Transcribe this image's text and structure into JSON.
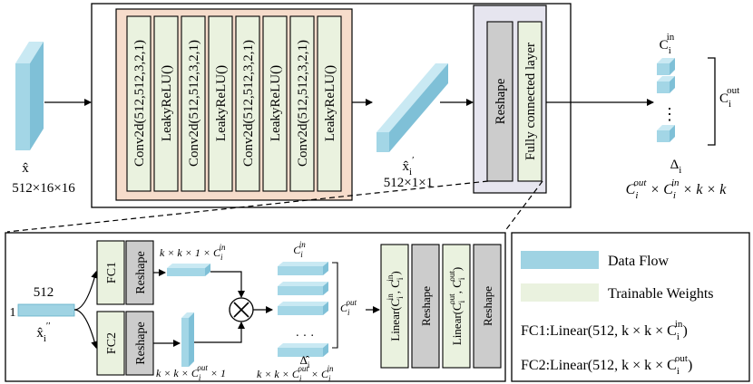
{
  "top": {
    "input_symbol": "x̂",
    "input_dims": "512×16×16",
    "conv_layers": [
      "Conv2d(512,512,3,2,1)",
      "LeakyReLU()",
      "Conv2d(512,512,3,2,1)",
      "LeakyReLU()",
      "Conv2d(512,512,3,2,1)",
      "LeakyReLU()",
      "Conv2d(512,512,3,2,1)",
      "LeakyReLU()"
    ],
    "mid_symbol": "x̂",
    "mid_sub": "i",
    "mid_sup": "′",
    "mid_dims": "512×1×1",
    "reshape_label": "Reshape",
    "fc_label": "Fully connected layer",
    "cin_label": "C",
    "cin_sub": "i",
    "cin_sup": "in",
    "cout_label": "C",
    "cout_sub": "i",
    "cout_sup": "out",
    "ellipsis": "⋮",
    "delta_symbol": "Δ",
    "delta_sub": "i",
    "formula": {
      "c1": "C",
      "c1_sub": "i",
      "c1_sup": "out",
      "times1": " × ",
      "c2": "C",
      "c2_sub": "i",
      "c2_sup": "in",
      "tail": " × k × k"
    }
  },
  "detail": {
    "input_top": "512",
    "input_left": "1",
    "input_symbol": "x̂",
    "input_sub": "i",
    "input_sup": "′′",
    "fc1": "FC1",
    "fc2": "FC2",
    "reshape": "Reshape",
    "branch1_label": "k × k × 1 × C",
    "branch1_sub": "i",
    "branch1_sup": "in",
    "branch2_label": "k × k × C",
    "branch2_sub": "i",
    "branch2_sup": "out",
    "branch2_tail": " × 1",
    "multiply": "×",
    "stack_top": "C",
    "stack_top_sub": "i",
    "stack_top_sup": "in",
    "stack_right": "C",
    "stack_right_sub": "i",
    "stack_right_sup": "out",
    "stack_dots": "· · ·",
    "hatdelta": "Δ̂",
    "hatdelta_sub": "i",
    "stack_bottom_a": "k × k × C",
    "stack_bottom_sub": "i",
    "stack_bottom_sup": "out",
    "stack_bottom_b": " × C",
    "stack_bottom_sub2": "i",
    "stack_bottom_sup2": "in",
    "linear1": "Linear(C",
    "linear1_sub": "i",
    "linear1_sup": "in",
    "linear1_mid": ", C",
    "linear1_sub2": "i",
    "linear1_sup2": "in",
    "linear1_end": ")",
    "linear2": "Linear(C",
    "linear2_sub": "i",
    "linear2_sup": "out",
    "linear2_mid": ", C",
    "linear2_sub2": "i",
    "linear2_sup2": "out",
    "linear2_end": ")",
    "reshape_a": "Reshape",
    "reshape_b": "Reshape"
  },
  "legend": {
    "data_flow": "Data Flow",
    "trainable": "Trainable Weights",
    "fc1_def": "FC1:Linear(512, k × k × C",
    "fc1_sub": "i",
    "fc1_sup": "in",
    "fc1_end": ")",
    "fc2_def": "FC2:Linear(512, k × k × C",
    "fc2_sub": "i",
    "fc2_sup": "out",
    "fc2_end": ")"
  },
  "colors": {
    "data_flow": "#9fd3e3",
    "data_flow_dark": "#5fb0c8",
    "trainable": "#eaf2df",
    "conv_bg": "#f6dccb",
    "fc_bg": "#e6e5ef",
    "reshape_gray": "#cccccc"
  }
}
